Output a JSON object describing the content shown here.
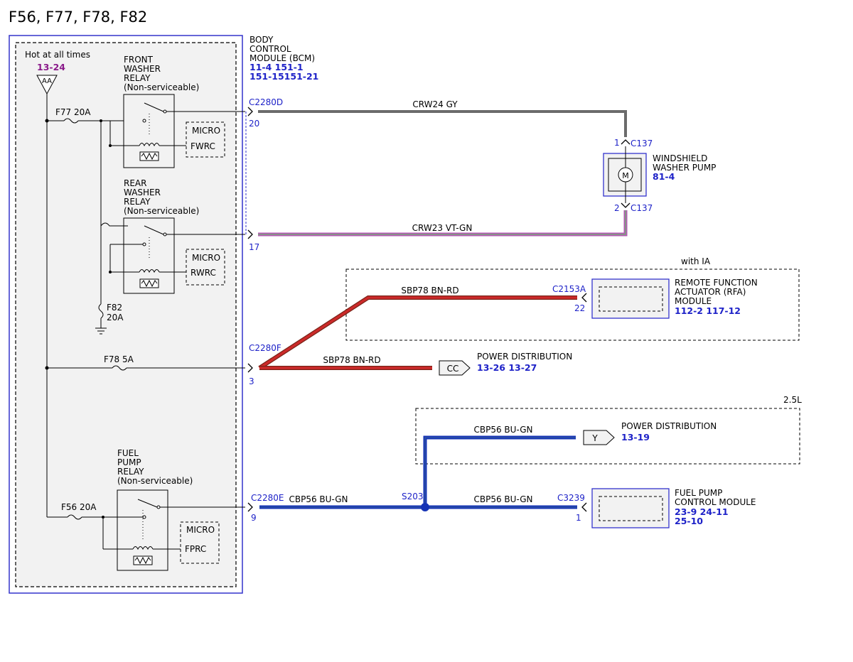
{
  "page_title": "F56, F77, F78, F82",
  "bcm": {
    "title_lines": [
      "BODY",
      "CONTROL",
      "MODULE (BCM)"
    ],
    "refs": [
      "11-4  151-1",
      "151-15151-21"
    ],
    "hot_at_all_times": "Hot at all times",
    "hot_ref": "13-24",
    "triangle_label": "AA",
    "fuses": {
      "f77": "F77  20A",
      "f78": "F78  5A",
      "f56": "F56  20A",
      "f82_name": "F82",
      "f82_rating": "20A"
    },
    "front_relay_lines": [
      "FRONT",
      "WASHER",
      "RELAY",
      "(Non-serviceable)"
    ],
    "rear_relay_lines": [
      "REAR",
      "WASHER",
      "RELAY",
      "(Non-serviceable)"
    ],
    "fuel_relay_lines": [
      "FUEL",
      "PUMP",
      "RELAY",
      "(Non-serviceable)"
    ],
    "micro_label": "MICRO",
    "fwrc": "FWRC",
    "rwrc": "RWRC",
    "fprc": "FPRC"
  },
  "connectors": {
    "c2280d": "C2280D",
    "c2280d_pin20": "20",
    "c2280d_pin17": "17",
    "c2280f": "C2280F",
    "c2280f_pin": "3",
    "c2280e": "C2280E",
    "c2280e_pin": "9",
    "c137": "C137",
    "c137_pin1": "1",
    "c137_pin2": "2",
    "c2153a": "C2153A",
    "c2153a_pin": "22",
    "c3239": "C3239",
    "c3239_pin": "1",
    "s203": "S203"
  },
  "wires": {
    "crw24": "CRW24 GY",
    "crw23": "CRW23 VT-GN",
    "sbp78_upper": "SBP78  BN-RD",
    "sbp78_lower": "SBP78  BN-RD",
    "cbp56_left": "CBP56  BU-GN",
    "cbp56_upper": "CBP56  BU-GN",
    "cbp56_right": "CBP56  BU-GN"
  },
  "washer_pump": {
    "title_lines": [
      "WINDSHIELD",
      "WASHER PUMP"
    ],
    "ref": "81-4",
    "motor_symbol": "M"
  },
  "rfa": {
    "option": "with IA",
    "title_lines": [
      "REMOTE FUNCTION",
      "ACTUATOR (RFA)",
      "MODULE"
    ],
    "refs": "112-2  117-12"
  },
  "power_dist_cc": {
    "tag": "CC",
    "title": "POWER DISTRIBUTION",
    "refs": "13-26 13-27"
  },
  "option_25l": "2.5L",
  "power_dist_y": {
    "tag": "Y",
    "title": "POWER DISTRIBUTION",
    "refs": "13-19"
  },
  "fpcm": {
    "title_lines": [
      "FUEL PUMP",
      "CONTROL MODULE"
    ],
    "refs": [
      "23-9   24-11",
      "25-10"
    ]
  },
  "colors": {
    "module_border": "#3333cc",
    "wire_gray": "#6b6b6b",
    "wire_violet": "#b35ab3",
    "wire_green": "#6fb36f",
    "wire_brown": "#7a2418",
    "wire_red": "#cc2a2a",
    "wire_blue": "#1633b5",
    "ref_blue": "#1e22c8",
    "ref_purple": "#8a1a8a"
  }
}
